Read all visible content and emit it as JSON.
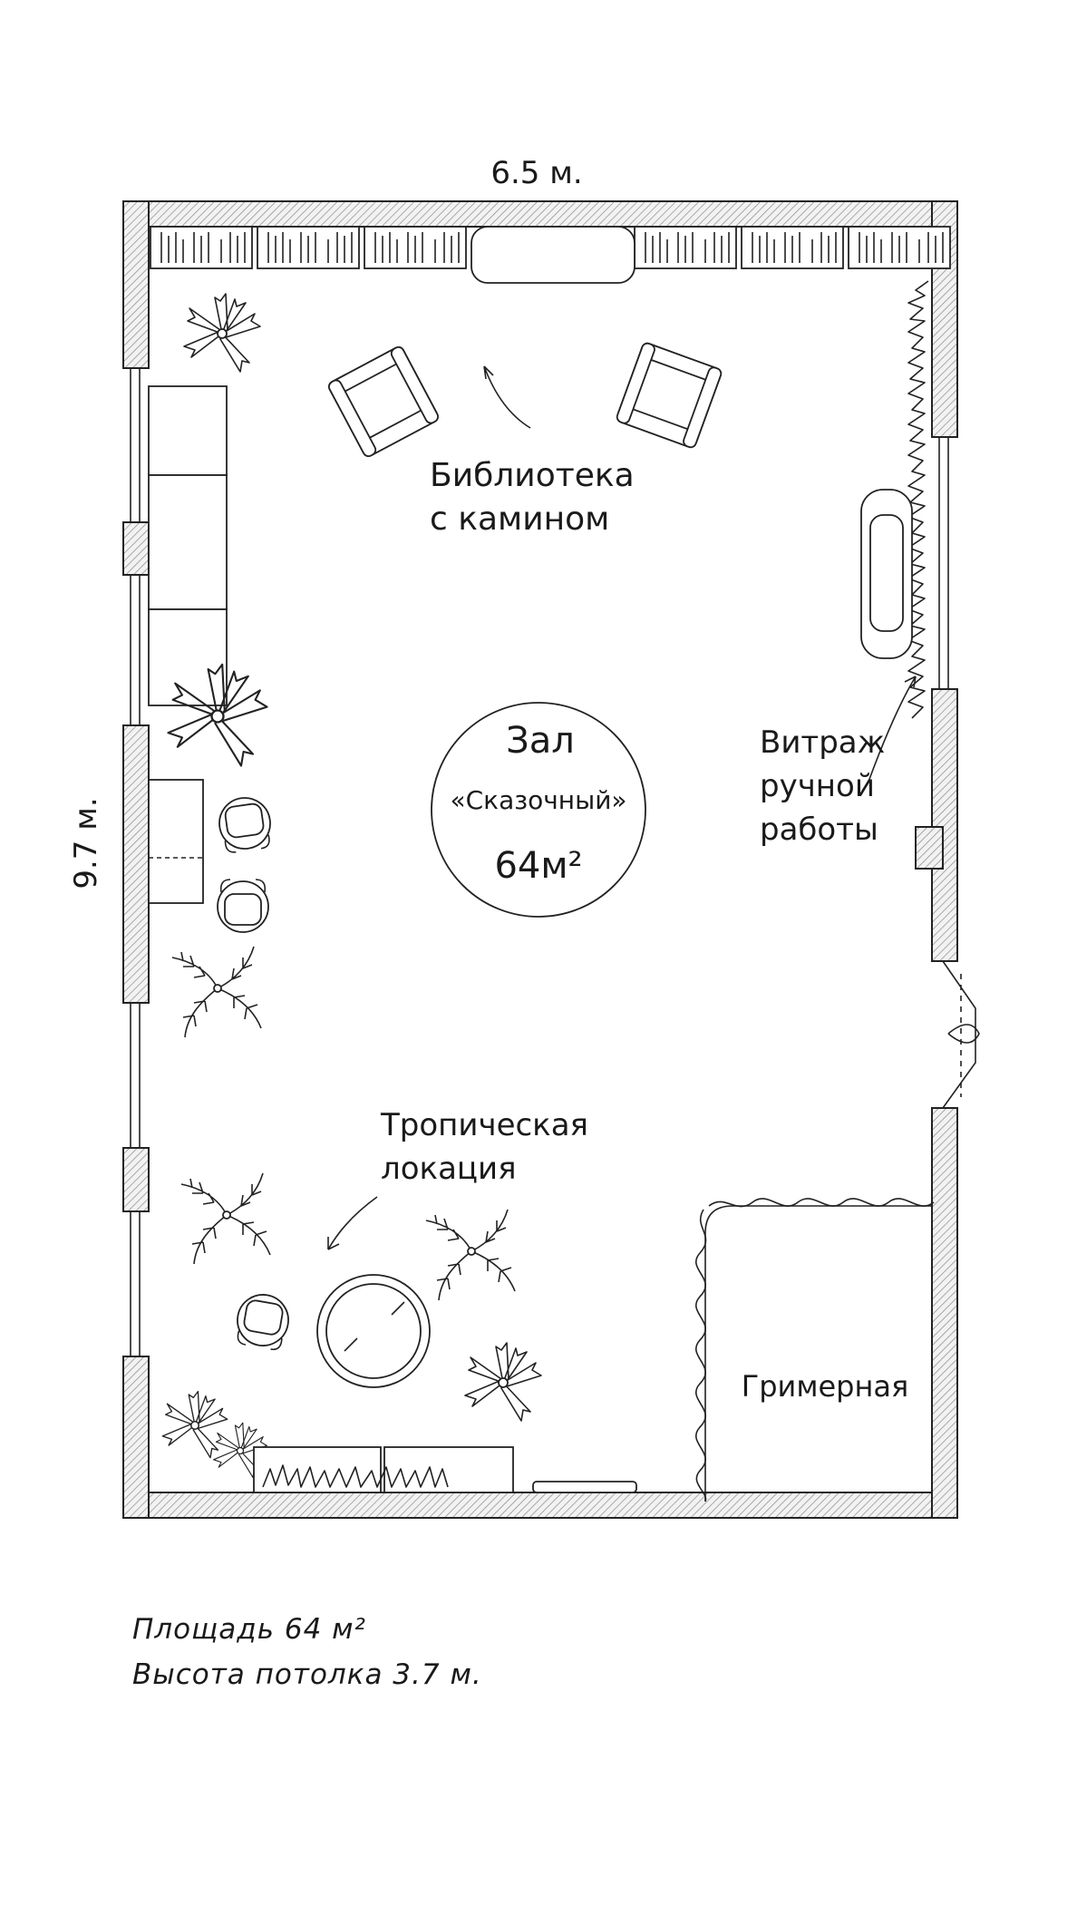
{
  "dimensions": {
    "width_label": "6.5 м.",
    "height_label": "9.7 м."
  },
  "zones": {
    "library_line1": "Библиотека",
    "library_line2": "с камином",
    "hall_title": "Зал",
    "hall_name": "«Сказочный»",
    "hall_area": "64м²",
    "vitrage_line1": "Витраж",
    "vitrage_line2": "ручной",
    "vitrage_line3": "работы",
    "tropical_line1": "Тропическая",
    "tropical_line2": "локация",
    "dressing_room": "Гримерная"
  },
  "notes": {
    "area": "Площадь  64 м²",
    "ceiling": "Высота потолка 3.7 м."
  },
  "colors": {
    "line": "#222222",
    "background": "#ffffff"
  }
}
